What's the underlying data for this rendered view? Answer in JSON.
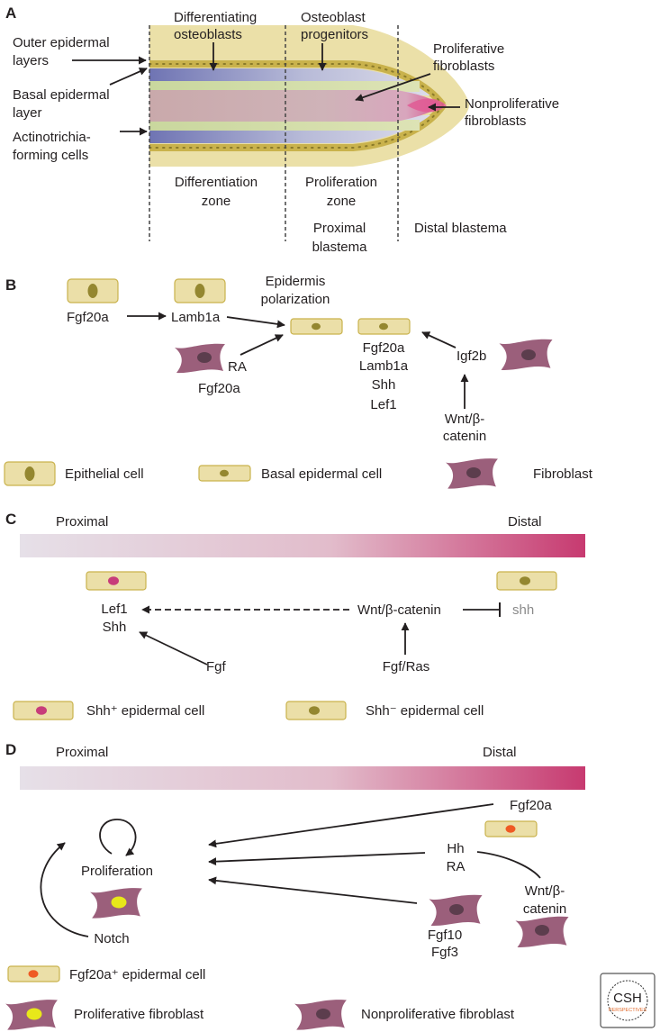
{
  "panels": {
    "a": {
      "letter": "A",
      "outer_epidermal": [
        "Outer epidermal",
        "layers"
      ],
      "basal_epidermal": [
        "Basal epidermal",
        "layer"
      ],
      "actinotrichia": [
        "Actinotrichia-",
        "forming cells"
      ],
      "diff_osteoblasts": [
        "Differentiating",
        "osteoblasts"
      ],
      "osteo_progenitors": [
        "Osteoblast",
        "progenitors"
      ],
      "prolif_fibro": [
        "Proliferative",
        "fibroblasts"
      ],
      "nonprolif_fibro": [
        "Nonproliferative",
        "fibroblasts"
      ],
      "diff_zone": [
        "Differentiation",
        "zone"
      ],
      "prolif_zone": [
        "Proliferation",
        "zone"
      ],
      "proximal_blastema": [
        "Proximal",
        "blastema"
      ],
      "distal_blastema": "Distal blastema"
    },
    "b": {
      "letter": "B",
      "fgf20a": "Fgf20a",
      "lamb1a": "Lamb1a",
      "polarization": [
        "Epidermis",
        "polarization"
      ],
      "ra": "RA",
      "ra_fgf20a": "Fgf20a",
      "targets": [
        "Fgf20a",
        "Lamb1a",
        "Shh",
        "Lef1"
      ],
      "igf2b": "Igf2b",
      "wnt": [
        "Wnt/β-",
        "catenin"
      ],
      "legend": {
        "epithelial": "Epithelial cell",
        "basal": "Basal epidermal cell",
        "fibroblast": "Fibroblast"
      }
    },
    "c": {
      "letter": "C",
      "proximal": "Proximal",
      "distal": "Distal",
      "lef1": "Lef1",
      "shh": "Shh",
      "wnt": "Wnt/β-catenin",
      "shh_lower": "shh",
      "fgf": "Fgf",
      "fgf_ras": "Fgf/Ras",
      "legend": {
        "shh_pos": "Shh⁺ epidermal cell",
        "shh_neg": "Shh⁻ epidermal cell"
      }
    },
    "d": {
      "letter": "D",
      "proximal": "Proximal",
      "distal": "Distal",
      "fgf20a": "Fgf20a",
      "proliferation": "Proliferation",
      "hh": "Hh",
      "ra": "RA",
      "wnt": [
        "Wnt/β-",
        "catenin"
      ],
      "notch": "Notch",
      "fgf10": "Fgf10",
      "fgf3": "Fgf3",
      "legend": {
        "fgf20a_cell": "Fgf20a⁺ epidermal cell",
        "prolif_fibro": "Proliferative fibroblast",
        "nonprolif_fibro": "Nonproliferative fibroblast"
      }
    }
  },
  "logo": {
    "line1": "CSH",
    "line2": "PERSPECTIVES"
  },
  "colors": {
    "cell_fill": "#ebdfa8",
    "cell_stroke": "#c9b24c",
    "nucleus_olive": "#948730",
    "nucleus_magenta": "#c73d7a",
    "nucleus_orange": "#ef5a24",
    "nucleus_yellow": "#e8e81a",
    "fibroblast": "#9b5f7b",
    "fibroblast_nucleus": "#5c3d4d",
    "gradient_start": "#e4dde5",
    "gradient_end": "#c93a72"
  }
}
